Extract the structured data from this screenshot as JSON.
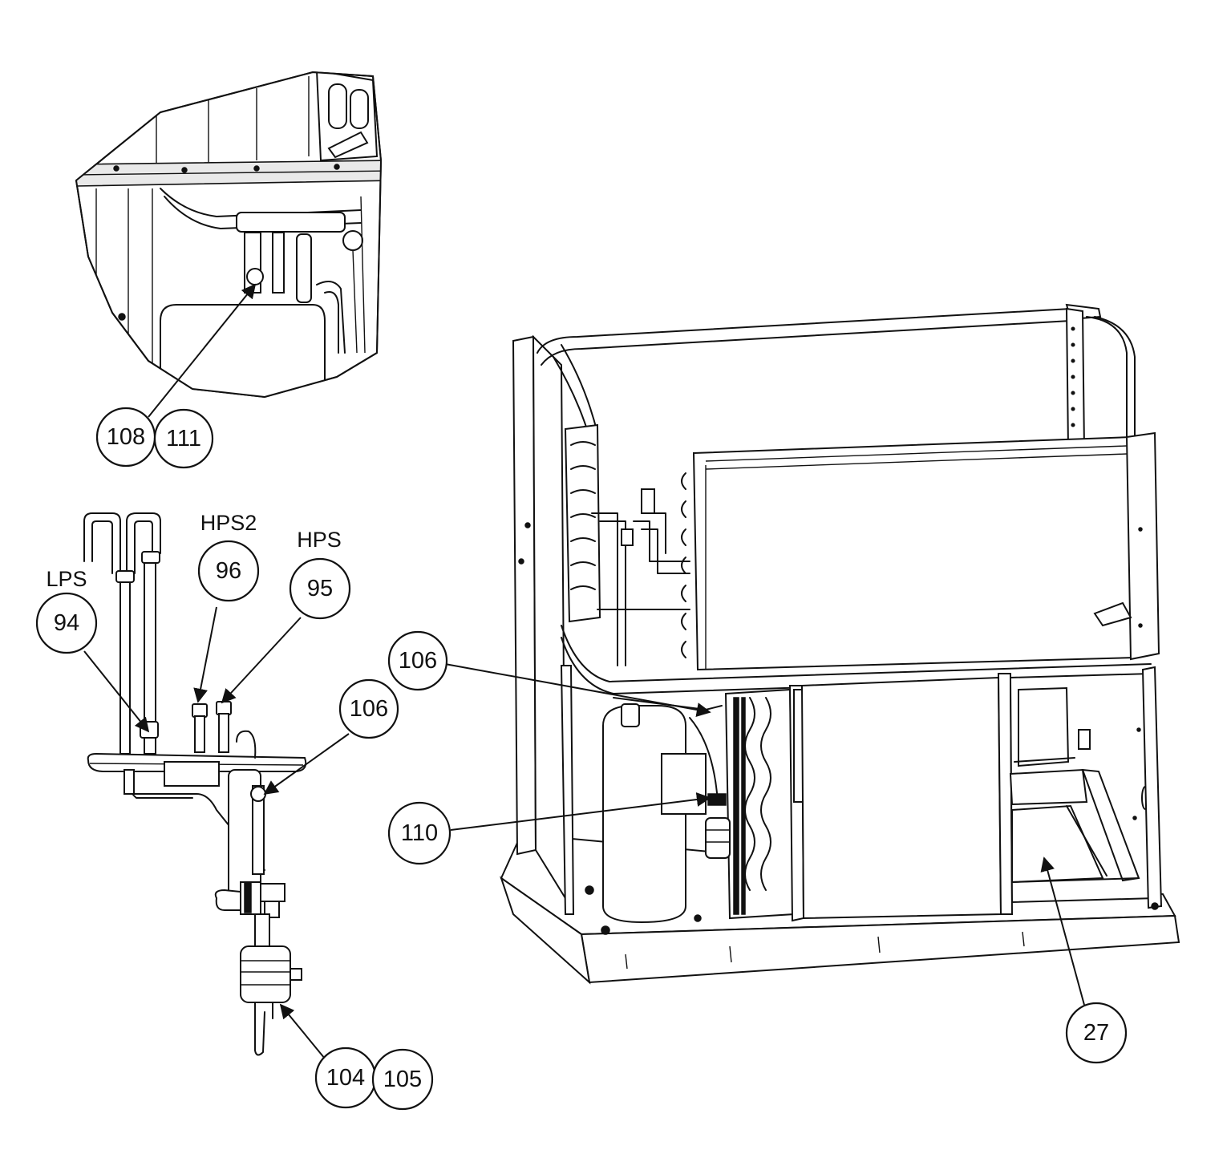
{
  "callouts": {
    "c108": "108",
    "c111": "111",
    "c96": "96",
    "c95": "95",
    "c94": "94",
    "c106a": "106",
    "c106b": "106",
    "c110": "110",
    "c104": "104",
    "c105": "105",
    "c27": "27"
  },
  "switch_labels": {
    "lps": "LPS",
    "hps2": "HPS2",
    "hps": "HPS"
  }
}
